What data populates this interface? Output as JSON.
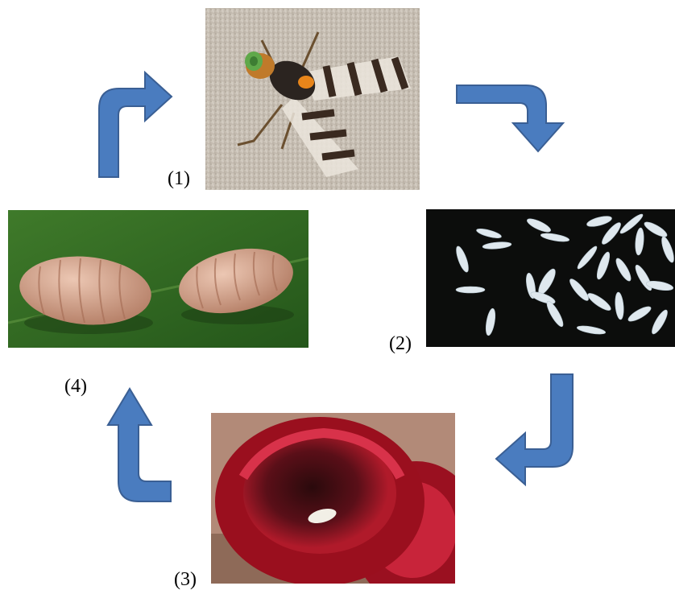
{
  "labels": {
    "stage1": "(1)",
    "stage2": "(2)",
    "stage3": "(3)",
    "stage4": "(4)"
  },
  "images": {
    "stage1": "adult-fly-photo",
    "stage2": "eggs-photo",
    "stage3": "larva-in-cherry-photo",
    "stage4": "pupae-photo"
  },
  "colors": {
    "arrow_fill": "#4a7cbf",
    "arrow_stroke": "#3a5f94",
    "fly_background": "#c9c0b4",
    "eggs_background": "#0c0d0c",
    "leaf_green": "#2f6a1e",
    "cherry_red": "#a01020",
    "pupa_tan": "#d2a58e"
  },
  "arrows": [
    {
      "id": "arrow-4-to-1",
      "direction": "up-then-right"
    },
    {
      "id": "arrow-1-to-2",
      "direction": "right-then-down"
    },
    {
      "id": "arrow-2-to-3",
      "direction": "down-then-left"
    },
    {
      "id": "arrow-3-to-4",
      "direction": "left-then-up"
    }
  ]
}
